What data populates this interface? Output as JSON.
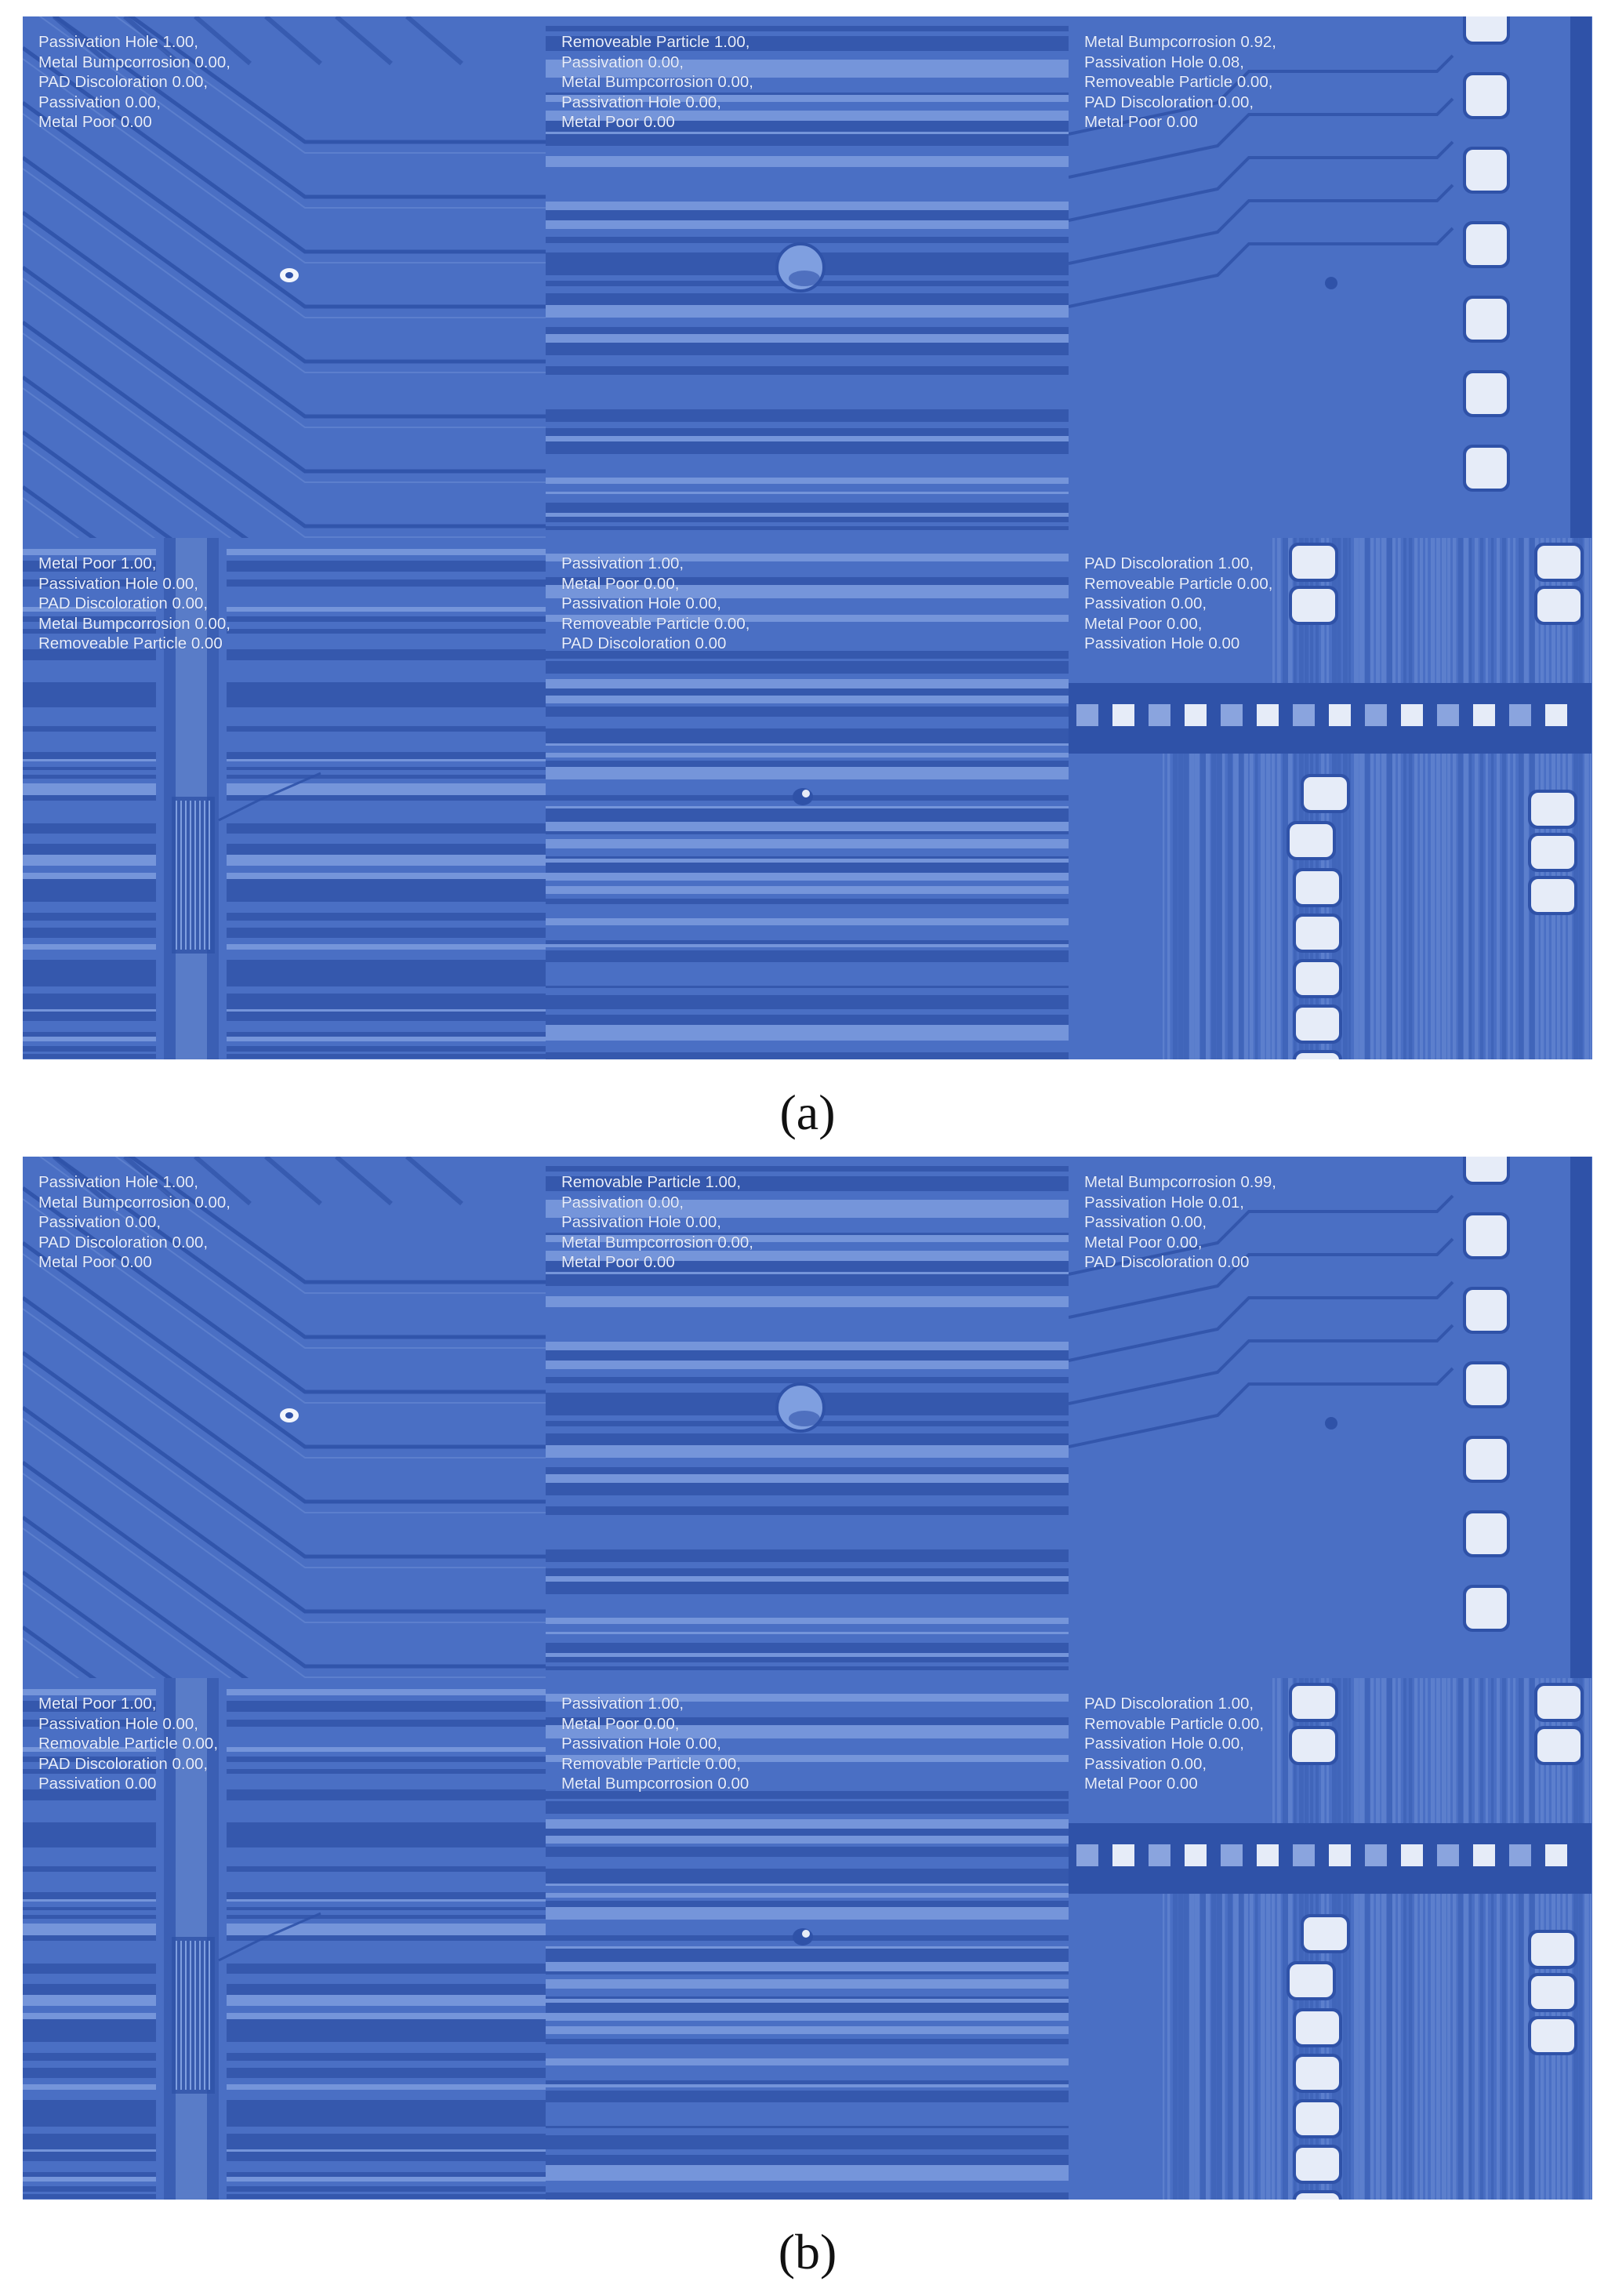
{
  "figures": [
    {
      "label": "(a)",
      "tiles": [
        {
          "predictions": [
            "Passivation Hole 1.00,",
            "Metal Bumpcorrosion 0.00,",
            "PAD Discoloration 0.00,",
            "Passivation 0.00,",
            "Metal Poor 0.00"
          ]
        },
        {
          "predictions": [
            "Removeable Particle 1.00,",
            "Passivation 0.00,",
            "Metal Bumpcorrosion 0.00,",
            "Passivation Hole 0.00,",
            "Metal Poor 0.00"
          ]
        },
        {
          "predictions": [
            "Metal Bumpcorrosion 0.92,",
            "Passivation Hole 0.08,",
            "Removeable Particle 0.00,",
            "PAD Discoloration 0.00,",
            "Metal Poor 0.00"
          ]
        },
        {
          "predictions": [
            "Metal Poor 1.00,",
            "Passivation Hole 0.00,",
            "PAD Discoloration 0.00,",
            "Metal Bumpcorrosion 0.00,",
            "Removeable Particle 0.00"
          ]
        },
        {
          "predictions": [
            "Passivation 1.00,",
            "Metal Poor 0.00,",
            "Passivation Hole 0.00,",
            "Removeable Particle 0.00,",
            "PAD Discoloration 0.00"
          ]
        },
        {
          "predictions": [
            "PAD Discoloration 1.00,",
            "Removeable Particle 0.00,",
            "Passivation 0.00,",
            "Metal Poor 0.00,",
            "Passivation Hole 0.00"
          ]
        }
      ]
    },
    {
      "label": "(b)",
      "tiles": [
        {
          "predictions": [
            "Passivation Hole 1.00,",
            "Metal Bumpcorrosion 0.00,",
            "Passivation 0.00,",
            "PAD Discoloration 0.00,",
            "Metal Poor 0.00"
          ]
        },
        {
          "predictions": [
            "Removable Particle 1.00,",
            "Passivation 0.00,",
            "Passivation Hole 0.00,",
            "Metal Bumpcorrosion 0.00,",
            "Metal Poor 0.00"
          ]
        },
        {
          "predictions": [
            "Metal Bumpcorrosion 0.99,",
            "Passivation Hole 0.01,",
            "Passivation 0.00,",
            "Metal Poor 0.00,",
            "PAD Discoloration 0.00"
          ]
        },
        {
          "predictions": [
            "Metal Poor 1.00,",
            "Passivation Hole 0.00,",
            "Removable Particle 0.00,",
            "PAD Discoloration 0.00,",
            "Passivation 0.00"
          ]
        },
        {
          "predictions": [
            "Passivation 1.00,",
            "Metal Poor 0.00,",
            "Passivation Hole 0.00,",
            "Removable Particle 0.00,",
            "Metal Bumpcorrosion 0.00"
          ]
        },
        {
          "predictions": [
            "PAD Discoloration 1.00,",
            "Removable Particle 0.00,",
            "Passivation Hole 0.00,",
            "Passivation 0.00,",
            "Metal Poor 0.00"
          ]
        }
      ]
    }
  ],
  "colors": {
    "wafer_base": "#4a6fc4",
    "wafer_dark": "#2f52a8",
    "wafer_light": "#7f9fe0",
    "pad_fill": "#e6ecf8",
    "label_text": "#e8eefb"
  }
}
